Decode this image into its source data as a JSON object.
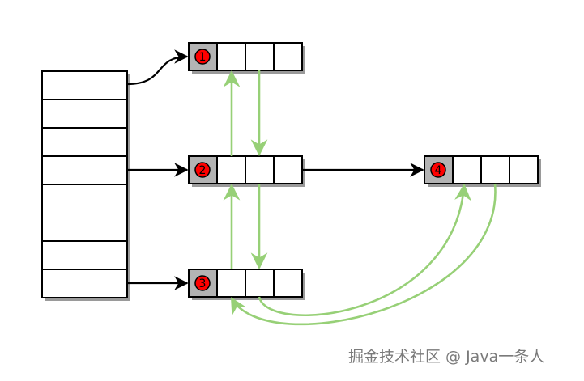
{
  "diagram": {
    "colors": {
      "background": "#ffffff",
      "outline": "#000000",
      "shadow": "#9a9a9a",
      "head_fill": "#b3b3b3",
      "badge_fill": "#ff0000",
      "badge_text": "#000000",
      "link_green": "#97d077"
    },
    "nodes": [
      {
        "id": "n1",
        "badge": "1",
        "slots": 3
      },
      {
        "id": "n2",
        "badge": "2",
        "slots": 3
      },
      {
        "id": "n3",
        "badge": "3",
        "slots": 3
      },
      {
        "id": "n4",
        "badge": "4",
        "slots": 3
      }
    ],
    "table": {
      "rows": 8
    },
    "black_arrows": [
      {
        "from": "table-row-1",
        "to": "n1"
      },
      {
        "from": "table-row-4",
        "to": "n2"
      },
      {
        "from": "table-row-8",
        "to": "n3"
      },
      {
        "from": "n2",
        "to": "n4"
      }
    ],
    "green_arrows": [
      {
        "from": "n2",
        "to": "n1"
      },
      {
        "from": "n1",
        "to": "n2"
      },
      {
        "from": "n3",
        "to": "n2"
      },
      {
        "from": "n2",
        "to": "n3"
      },
      {
        "from": "n3",
        "to": "n4"
      },
      {
        "from": "n4",
        "to": "n3"
      }
    ]
  },
  "watermark": {
    "text": "掘金技术社区 @ Java一条人",
    "color": "#7a7a7a"
  }
}
